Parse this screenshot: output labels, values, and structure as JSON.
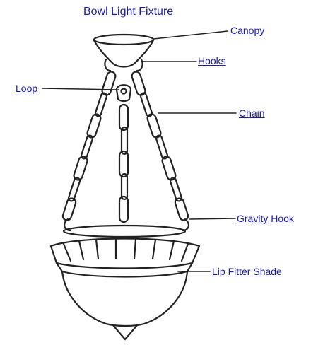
{
  "title": "Bowl Light Fixture",
  "labels": {
    "canopy": "Canopy",
    "hooks": "Hooks",
    "loop": "Loop",
    "chain": "Chain",
    "gravity_hook": "Gravity Hook",
    "lip_fitter_shade": "Lip Fitter Shade"
  },
  "colors": {
    "label_text": "#1a1aa6",
    "line_art": "#222222"
  }
}
